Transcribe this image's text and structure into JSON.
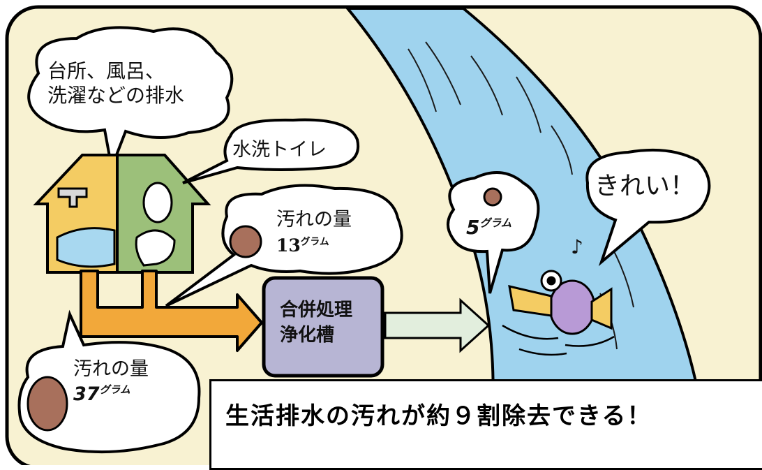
{
  "labels": {
    "drain_line1": "台所、風呂、",
    "drain_line2": "洗濯などの排水",
    "toilet": "水洗トイレ",
    "dirt_label": "汚れの量",
    "dirt_13_value": "13",
    "dirt_37_value": "37",
    "dirt_5_value": "5",
    "unit": "グラム",
    "clean": "きれい！",
    "tank_line1": "合併処理",
    "tank_line2": "浄化槽",
    "music_note": "♪"
  },
  "banner": {
    "text": "生活排水の汚れが約９割除去できる！"
  },
  "colors": {
    "background": "#f8f2d2",
    "river": "#9fd3ee",
    "house_left": "#f4cc63",
    "house_right": "#9cc07a",
    "pipe": "#f2a83a",
    "tank": "#b7b5d4",
    "outflow_arrow": "#e2eedd",
    "dirt_ball": "#a8705c",
    "fish": "#b89ad6"
  }
}
